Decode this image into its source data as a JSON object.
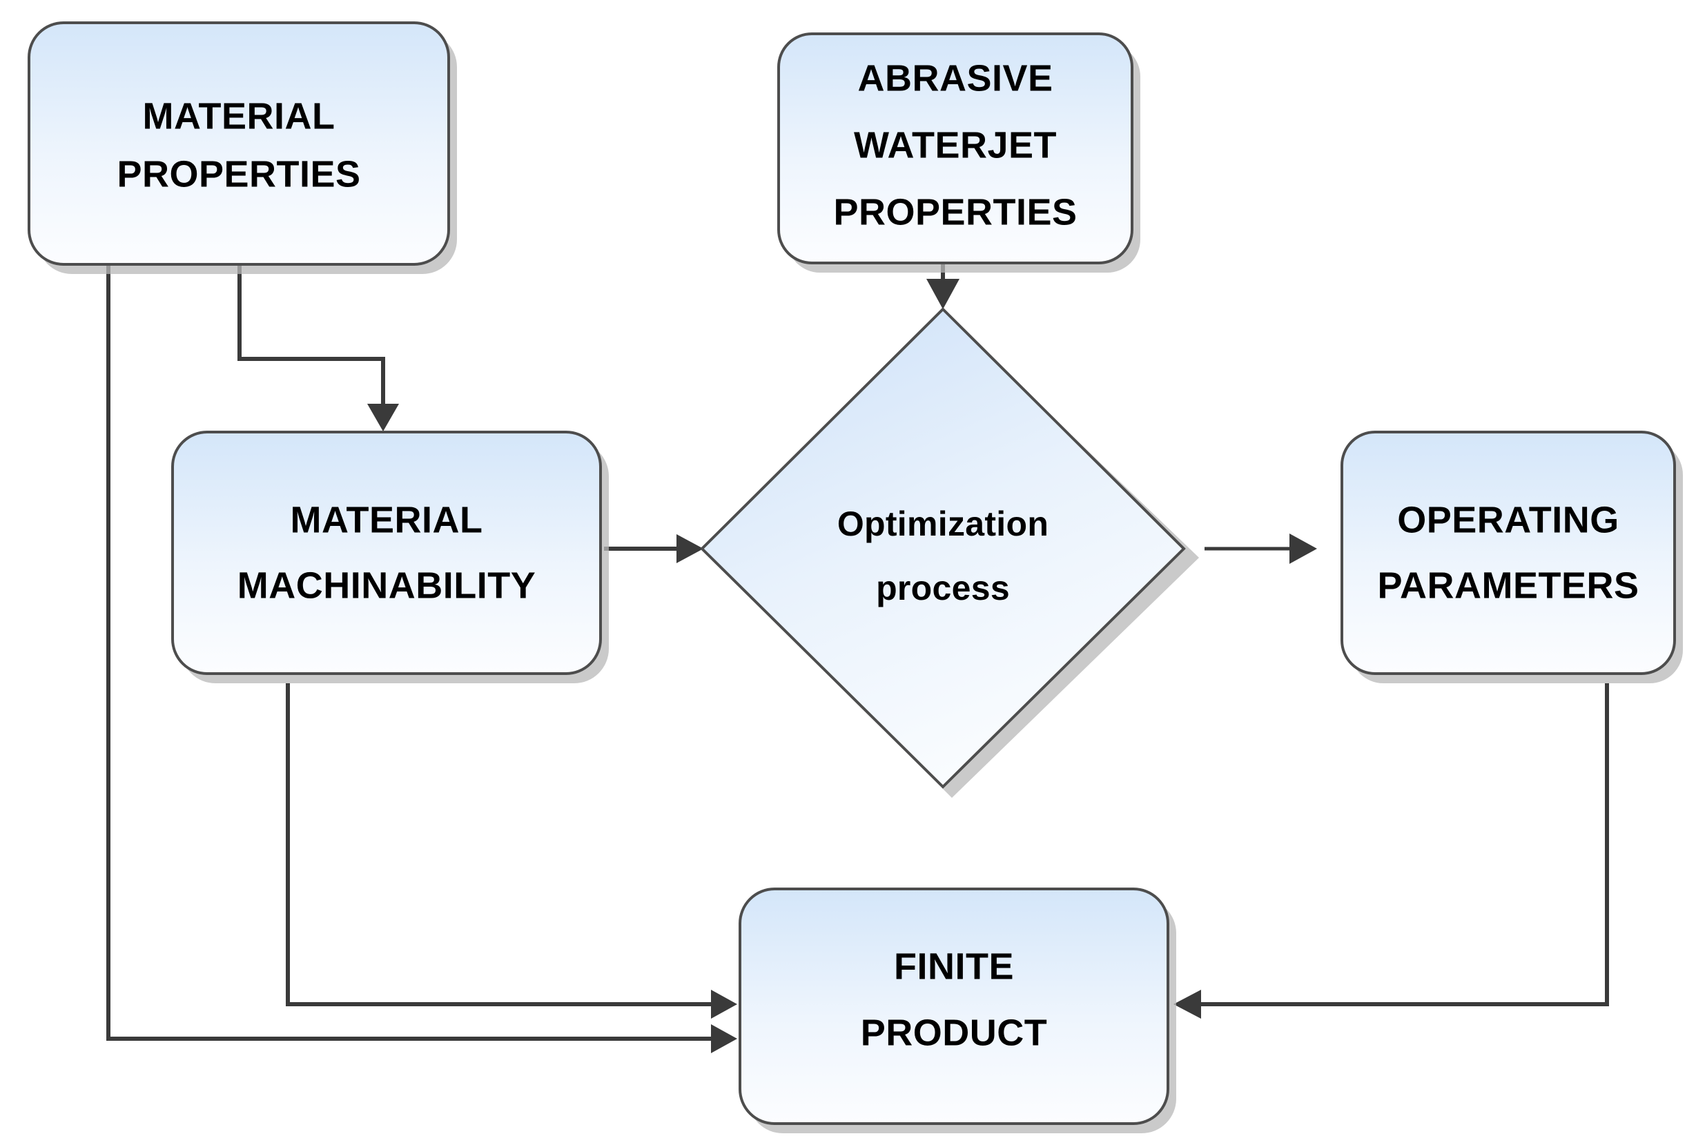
{
  "diagram": {
    "title": "Abrasive waterjet machining optimization flowchart",
    "background_color": "#ffffff",
    "node_fill_top": "#d6e7f9",
    "node_fill_bottom": "#fbfdff",
    "node_border_color": "#4d4d4d",
    "shadow_color": "#b8b8b8",
    "connector_color": "#3a3a3a"
  },
  "nodes": {
    "material_properties": {
      "id": "material-properties",
      "shape": "rounded-rectangle",
      "line1": "MATERIAL",
      "line2": "PROPERTIES"
    },
    "abrasive_waterjet_properties": {
      "id": "abrasive-waterjet-properties",
      "shape": "rounded-rectangle",
      "line1": "ABRASIVE",
      "line2": "WATERJET",
      "line3": "PROPERTIES"
    },
    "material_machinability": {
      "id": "material-machinability",
      "shape": "rounded-rectangle",
      "line1": "MATERIAL",
      "line2": "MACHINABILITY"
    },
    "optimization_process": {
      "id": "optimization-process",
      "shape": "diamond",
      "line1": "Optimization",
      "line2": "process"
    },
    "operating_parameters": {
      "id": "operating-parameters",
      "shape": "rounded-rectangle",
      "line1": "OPERATING",
      "line2": "PARAMETERS"
    },
    "finite_product": {
      "id": "finite-product",
      "shape": "rounded-rectangle",
      "line1": "FINITE",
      "line2": "PRODUCT"
    }
  },
  "edges": [
    {
      "id": "edge-material-properties-to-machinability",
      "from": "MATERIAL PROPERTIES",
      "to": "MATERIAL MACHINABILITY",
      "arrow": true
    },
    {
      "id": "edge-material-properties-to-finite-product",
      "from": "MATERIAL PROPERTIES",
      "to": "FINITE PRODUCT",
      "arrow": true
    },
    {
      "id": "edge-abrasive-waterjet-to-optimization",
      "from": "ABRASIVE WATERJET PROPERTIES",
      "to": "Optimization process",
      "arrow": true
    },
    {
      "id": "edge-machinability-to-optimization",
      "from": "MATERIAL MACHINABILITY",
      "to": "Optimization process",
      "arrow": true
    },
    {
      "id": "edge-machinability-to-finite-product",
      "from": "MATERIAL MACHINABILITY",
      "to": "FINITE PRODUCT",
      "arrow": true
    },
    {
      "id": "edge-optimization-to-operating-parameters",
      "from": "Optimization process",
      "to": "OPERATING PARAMETERS",
      "arrow": true
    },
    {
      "id": "edge-operating-parameters-to-finite-product",
      "from": "OPERATING PARAMETERS",
      "to": "FINITE PRODUCT",
      "arrow": true
    }
  ]
}
